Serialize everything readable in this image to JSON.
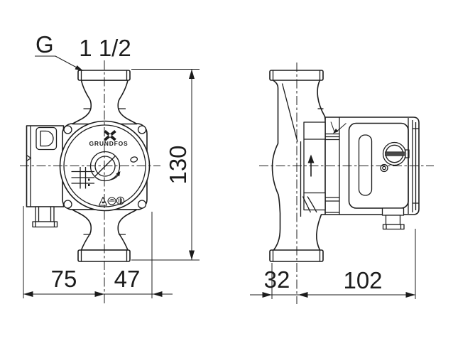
{
  "colors": {
    "line": "#1c1c1c",
    "background": "#ffffff",
    "screw_slot": "#4a4a4a"
  },
  "labels": {
    "thread_letter": "G",
    "thread_size": "1 1/2",
    "brand": "GRUNDFOS"
  },
  "dimensions": {
    "height": "130",
    "front_left_width": "75",
    "front_right_width": "47",
    "side_left_width": "32",
    "side_right_width": "102"
  }
}
